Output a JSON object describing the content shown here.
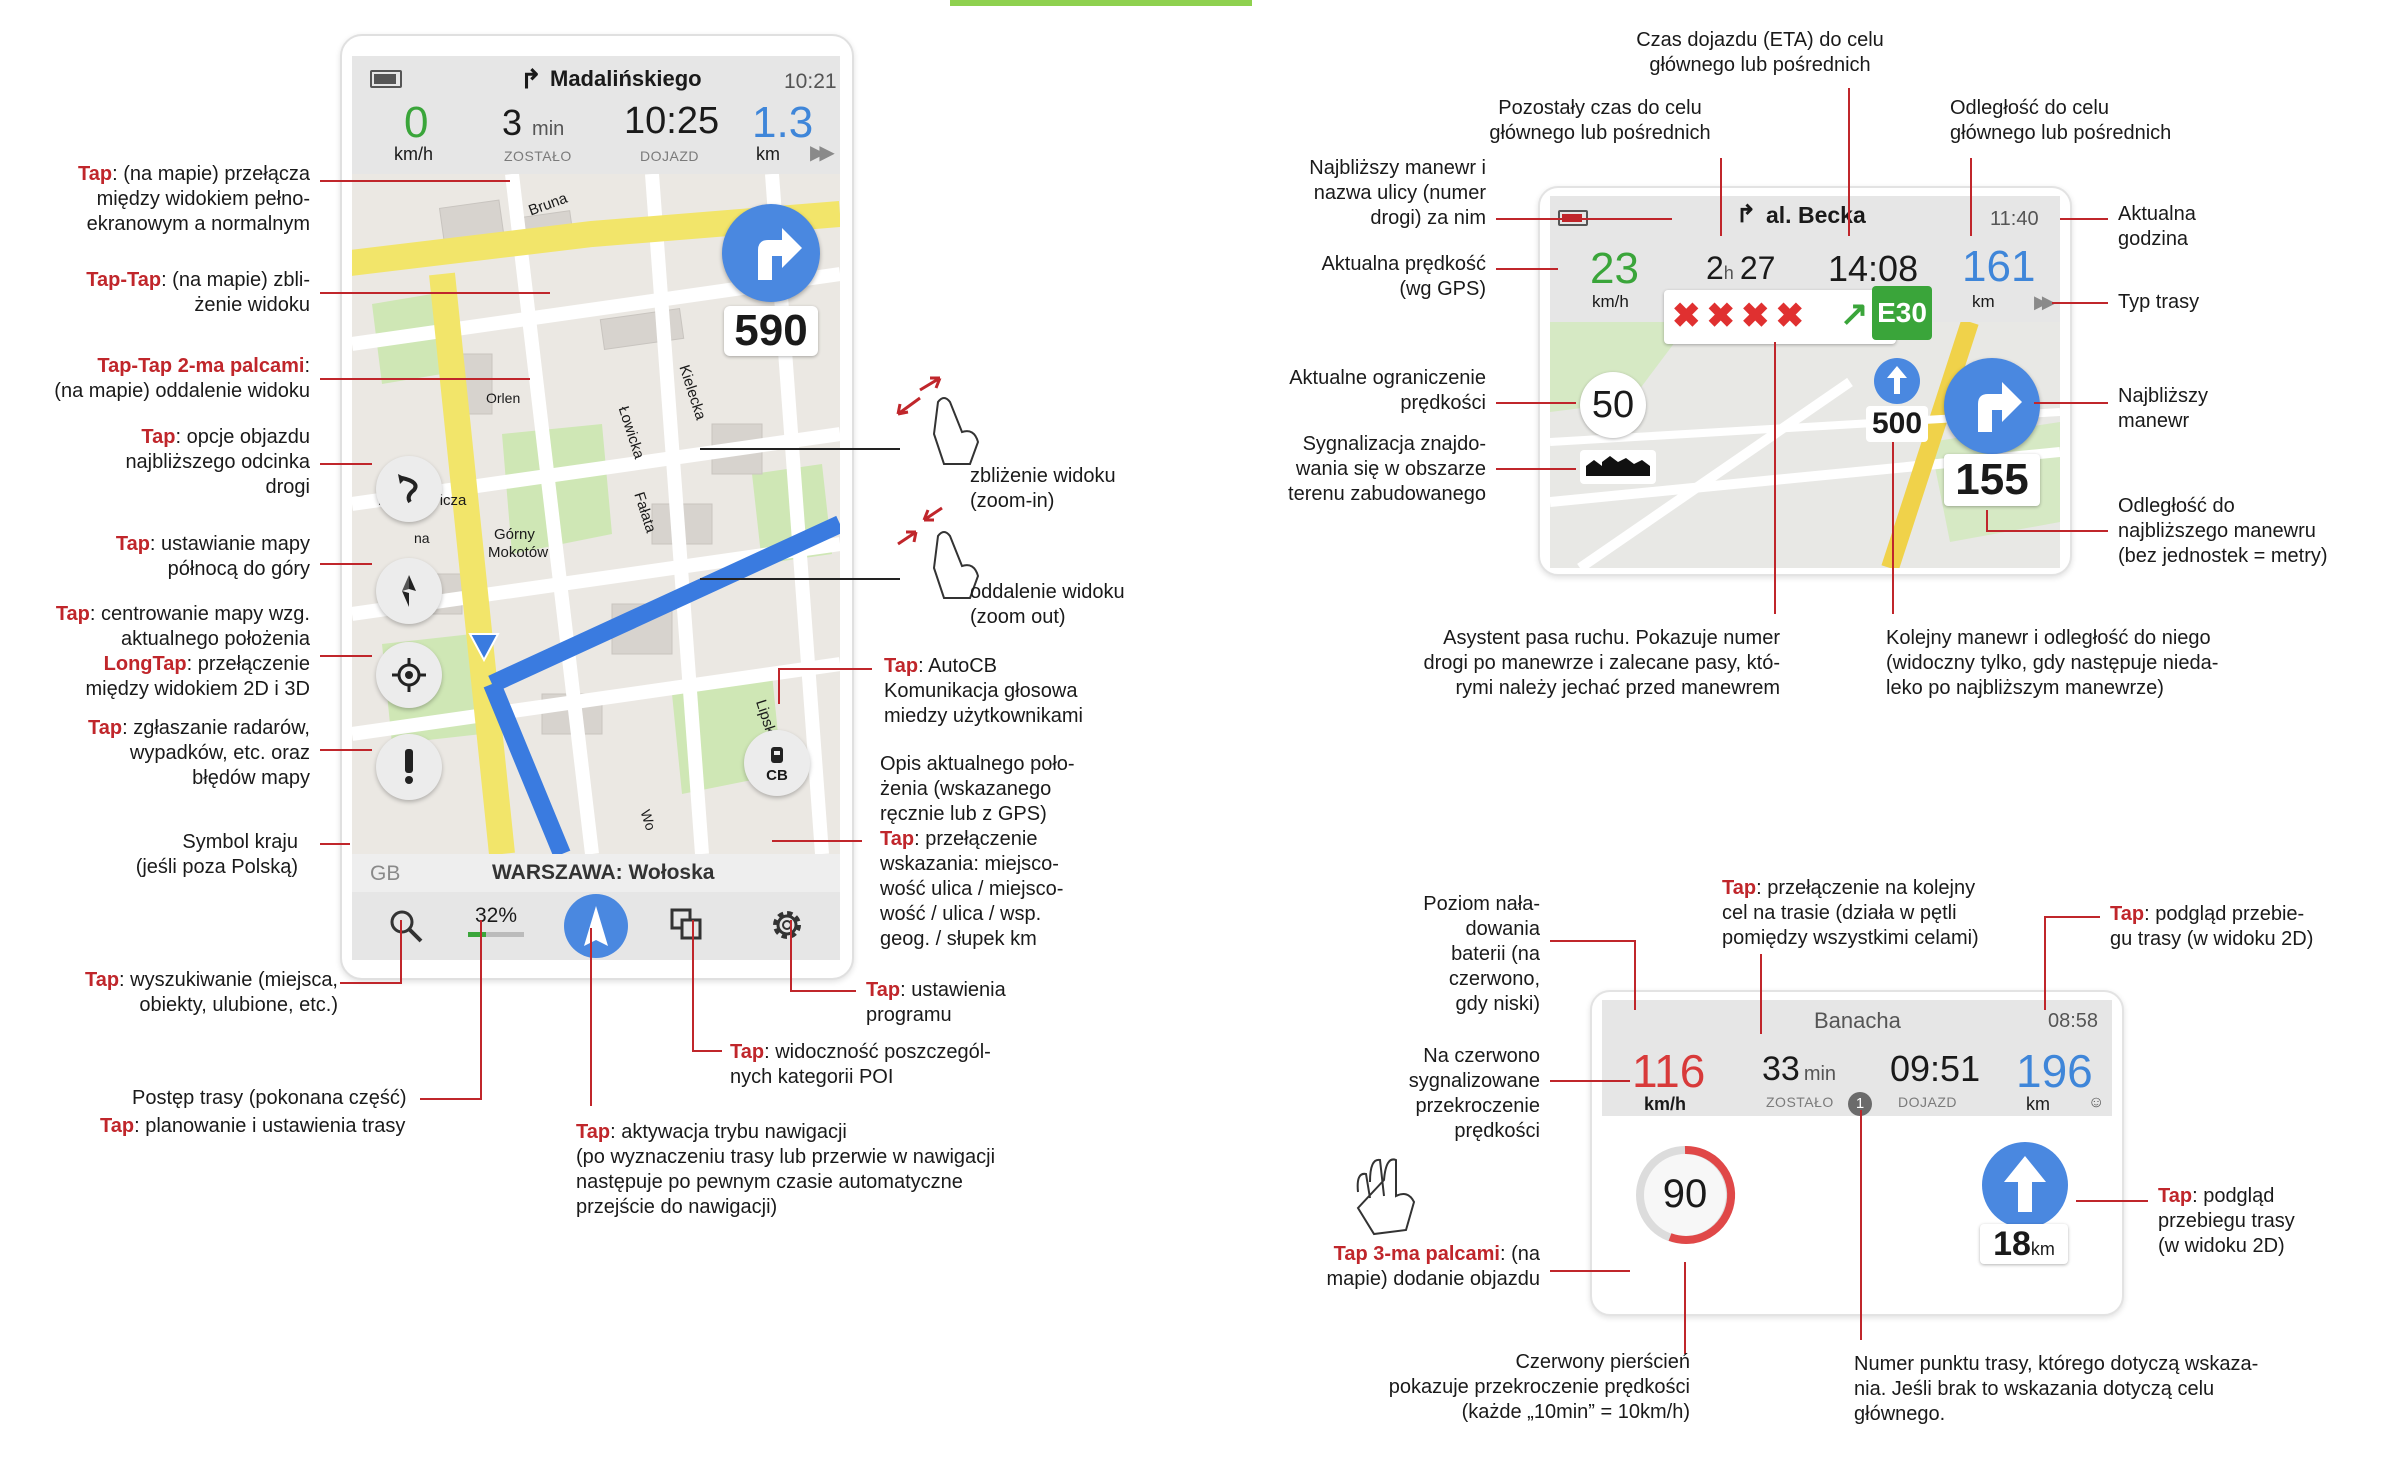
{
  "phone": {
    "street": "Madalińskiego",
    "clock": "10:21",
    "speed": "0",
    "speed_unit": "km/h",
    "remaining_value": "3",
    "remaining_unit": "min",
    "remaining_label": "ZOSTAŁO",
    "eta": "10:25",
    "eta_label": "DOJAZD",
    "distance": "1.3",
    "distance_unit": "km",
    "maneuver_distance": "590",
    "location": "WARSZAWA: Wołoska",
    "country": "GB",
    "progress": "32%",
    "progress_fraction": 0.32,
    "cb_label": "CB",
    "map_labels": {
      "bruna": "Bruna",
      "orlen": "Orlen",
      "danielewicza": "Danielewicza",
      "gorny1": "Górny",
      "gorny2": "Mokotów",
      "lowicka": "Łowicka",
      "kielecka": "Kielecka",
      "falata": "Fałata",
      "lipskie": "Lipskie",
      "na": "na",
      "wo": "Wo"
    }
  },
  "left_annotations": {
    "a1_red": "Tap",
    "a1_rest": ": (na mapie) przełącza",
    "a1_l2": "między widokiem pełno-",
    "a1_l3": "ekranowym a normalnym",
    "a2_red": "Tap-Tap",
    "a2_rest": ": (na mapie) zbli-",
    "a2_l2": "żenie widoku",
    "a3_red": "Tap-Tap 2-ma palcami",
    "a3_rest": ":",
    "a3_l2": "(na mapie) oddalenie widoku",
    "a4_red": "Tap",
    "a4_rest": ": opcje objazdu",
    "a4_l2": "najbliższego odcinka",
    "a4_l3": "drogi",
    "a5_red": "Tap",
    "a5_rest": ": ustawianie mapy",
    "a5_l2": "północą do góry",
    "a6_red": "Tap",
    "a6_rest": ": centrowanie mapy wzg.",
    "a6_l2": "aktualnego położenia",
    "a6_red2": "LongTap",
    "a6_rest2": ": przełączenie",
    "a6_l4": "między widokiem 2D i 3D",
    "a7_red": "Tap",
    "a7_rest": ": zgłaszanie radarów,",
    "a7_l2": "wypadków, etc. oraz",
    "a7_l3": "błędów mapy",
    "a8_l1": "Symbol kraju",
    "a8_l2": "(jeśli poza Polską)",
    "b1_red": "Tap",
    "b1_rest": ": wyszukiwanie (miejsca,",
    "b1_l2": "obiekty, ulubione, etc.)",
    "b2_l1": "Postęp trasy (pokonana część)",
    "b2_red": "Tap",
    "b2_rest": ": planowanie i ustawienia trasy",
    "b3_red": "Tap",
    "b3_rest": ": aktywacja trybu nawigacji",
    "b3_l2": "(po wyznaczeniu trasy lub przerwie w nawigacji",
    "b3_l3": "następuje po pewnym czasie automatyczne",
    "b3_l4": "przejście do nawigacji)",
    "b4_red": "Tap",
    "b4_rest": ":  widoczność poszczególnych kategorii POI",
    "b4_l1": ":  widoczność poszczegól-",
    "b4_l2": "nych kategorii POI",
    "b5_red": "Tap",
    "b5_rest": ": ustawienia",
    "b5_l2": "programu"
  },
  "right_of_phone": {
    "zoom_in_l1": "zbliżenie widoku",
    "zoom_in_l2": "(zoom-in)",
    "zoom_out_l1": "oddalenie widoku",
    "zoom_out_l2": "(zoom out)",
    "cb_red": "Tap",
    "cb_rest": ": AutoCB",
    "cb_l2": "Komunikacja głosowa",
    "cb_l3": "miedzy użytkownikami",
    "loc_l1": "Opis aktualnego poło-",
    "loc_l2": "żenia (wskazanego",
    "loc_l3": "ręcznie lub z GPS)",
    "loc_red": "Tap",
    "loc_rest": ": przełączenie",
    "loc_l5": "wskazania: miejsco-",
    "loc_l6": "wość ulica / miejsco-",
    "loc_l7": "wość / ulica / wsp.",
    "loc_l8": "geog. / słupek km"
  },
  "nav_panel": {
    "street": "al. Becka",
    "clock": "11:40",
    "speed": "23",
    "speed_unit": "km/h",
    "remain_h": "2",
    "remain_h_unit": "h",
    "remain_m": "27",
    "eta": "14:08",
    "distance": "161",
    "distance_unit": "km",
    "road": "E30",
    "speed_limit": "50",
    "next_dist": "500",
    "maneuver_dist": "155",
    "ann": {
      "eta_l1": "Czas dojazdu (ETA) do celu",
      "eta_l2": "głównego lub pośrednich",
      "rem_l1": "Pozostały czas do celu",
      "rem_l2": "głównego lub pośrednich",
      "dist_l1": "Odległość do celu",
      "dist_l2": "głównego lub pośrednich",
      "man_l1": "Najbliższy manewr i",
      "man_l2": "nazwa ulicy (numer",
      "man_l3": "drogi) za nim",
      "clock_l1": "Aktualna",
      "clock_l2": "godzina",
      "spd_l1": "Aktualna prędkość",
      "spd_l2": "(wg GPS)",
      "type": "Typ trasy",
      "lim_l1": "Aktualne ograniczenie",
      "lim_l2": "prędkości",
      "next_l1": "Najbliższy",
      "next_l2": "manewr",
      "zone_l1": "Sygnalizacja znajdo-",
      "zone_l2": "wania się w obszarze",
      "zone_l3": "terenu zabudowanego",
      "odl_l1": "Odległość do",
      "odl_l2": "najbliższego manewru",
      "odl_l3": "(bez jednostek = metry)",
      "lane_l1": "Asystent pasa ruchu. Pokazuje numer",
      "lane_l2": "drogi po manewrze i zalecane pasy, któ-",
      "lane_l3": "rymi należy jechać przed manewrem",
      "kol_l1": "Kolejny manewr i odległość do niego",
      "kol_l2": "(widoczny tylko, gdy następuje nieda-",
      "kol_l3": "leko po najbliższym manewrze)"
    }
  },
  "small_panel": {
    "street": "Banacha",
    "clock": "08:58",
    "speed": "116",
    "speed_unit": "km/h",
    "remain": "33",
    "remain_unit": "min",
    "remain_label": "ZOSTAŁO",
    "eta": "09:51",
    "eta_label": "DOJAZD",
    "waypoint": "1",
    "distance": "196",
    "distance_unit": "km",
    "speed_limit": "90",
    "maneuver_dist": "18",
    "maneuver_unit": "km",
    "ann": {
      "bat_l1": "Poziom nała-",
      "bat_l2": "dowania",
      "bat_l3": "baterii (na",
      "bat_l4": "czerwono,",
      "bat_l5": "gdy niski)",
      "next_red": "Tap",
      "next_rest": ": przełączenie na kolejny",
      "next_l2": "cel na trasie (działa w pętli",
      "next_l3": "pomiędzy wszystkimi celami)",
      "prev_red": "Tap",
      "prev_rest": ": podgląd przebie-",
      "prev_l2": "gu trasy (w widoku 2D)",
      "over_l1": "Na czerwono",
      "over_l2": "sygnalizowane",
      "over_l3": "przekroczenie",
      "over_l4": "prędkości",
      "tap3_red": "Tap 3-ma palcami",
      "tap3_rest": ": (na",
      "tap3_l2": "mapie) dodanie objazdu",
      "man_red": "Tap",
      "man_rest": ": podgląd",
      "man_l2": "przebiegu trasy",
      "man_l3": "(w widoku 2D)",
      "ring_l1": "Czerwony pierścień",
      "ring_l2": "pokazuje przekroczenie prędkości",
      "ring_l3": "(każde „10min” = 10km/h)",
      "wp_l1": "Numer punktu trasy, którego dotyczą wskaza-",
      "wp_l2": "nia. Jeśli brak to wskazania dotyczą celu",
      "wp_l3": "głównego."
    }
  },
  "colors": {
    "accent_red": "#c0262b",
    "speed_green": "#3aa53a",
    "dist_blue": "#3f86d9",
    "route_blue": "#3a7be0",
    "maneuver_blue": "#4a88e0"
  }
}
